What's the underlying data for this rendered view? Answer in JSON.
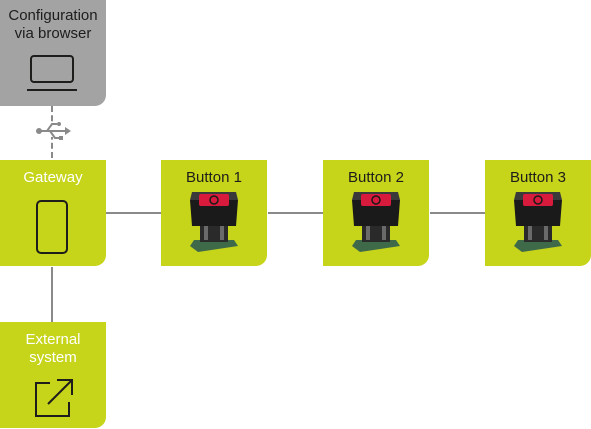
{
  "config_box": {
    "title_line1": "Configuration",
    "title_line2": "via browser"
  },
  "link_icon": "usb-icon",
  "gateway_box": {
    "title": "Gateway",
    "icon": "tablet-icon"
  },
  "external_box": {
    "title_line1": "External",
    "title_line2": "system",
    "icon": "external-link-icon"
  },
  "buttons": [
    {
      "title": "Button 1",
      "icon": "push-button-device-icon"
    },
    {
      "title": "Button 2",
      "icon": "push-button-device-icon"
    },
    {
      "title": "Button 3",
      "icon": "push-button-device-icon"
    }
  ],
  "colors": {
    "accent_green": "#c6d41a",
    "config_grey": "#a3a3a3",
    "line_grey": "#8a8a8a",
    "icon_dark": "#1d1d1b",
    "button_red": "#d81b3c"
  }
}
